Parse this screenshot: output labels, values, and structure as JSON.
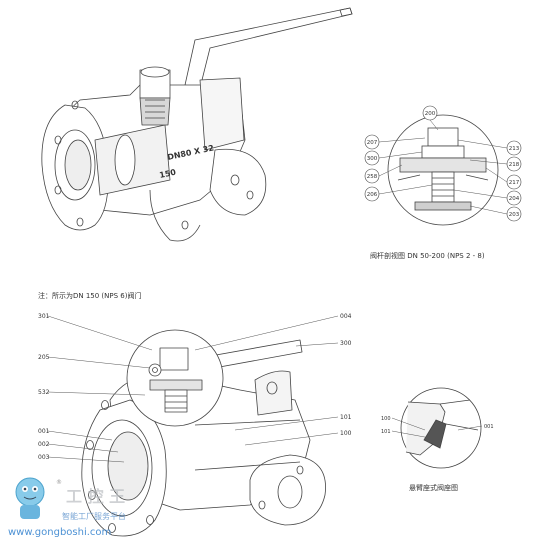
{
  "top_view": {
    "stamp_line1": "DN80 X 32",
    "stamp_line2": "150"
  },
  "stem_detail": {
    "callouts": [
      "200",
      "207",
      "300",
      "258",
      "206",
      "213",
      "218",
      "217",
      "204",
      "203"
    ],
    "caption": "阀杆剖视图 DN 50-200 (NPS 2 - 8)"
  },
  "note": "注：所示为DN 150 (NPS 6)阀门",
  "bottom_view": {
    "callouts": [
      "301",
      "205",
      "532",
      "001",
      "002",
      "003",
      "004",
      "300",
      "101",
      "100"
    ]
  },
  "seat_detail": {
    "callouts": [
      "100",
      "101",
      "001"
    ],
    "caption": "悬臂座式阀座图"
  },
  "watermark": {
    "brand_chars": "工 控 王",
    "subtitle": "智能工厂服务平台",
    "url": "www.gongboshi.com",
    "mark": "®"
  }
}
